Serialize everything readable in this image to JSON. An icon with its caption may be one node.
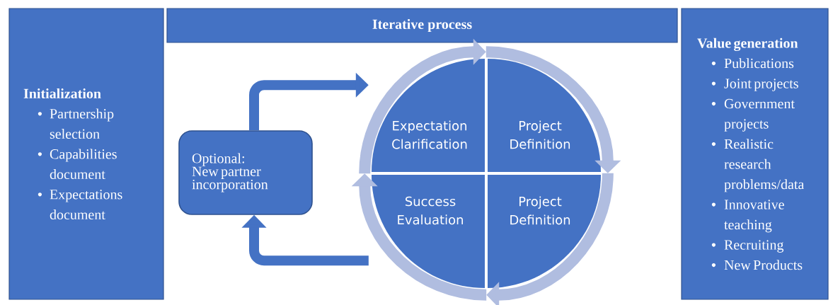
{
  "diagram": {
    "nodes": [
      {
        "text": [
          "Initialization",
          "Partnership selection",
          "Capabilities document",
          "Expectations document"
        ]
      },
      {
        "text": [
          "Iterative process"
        ]
      },
      {
        "text": [
          "Optional:",
          "New partner incorporation"
        ]
      },
      {
        "text": [
          "Expectation Clarification"
        ]
      },
      {
        "text": [
          "Project Definition"
        ]
      },
      {
        "text": [
          "Success Evaluation"
        ]
      },
      {
        "text": [
          "Project Definition"
        ]
      },
      {
        "text": [
          "Value generation",
          "Publications",
          "Joint projects",
          "Government projects",
          "Realistic research problems/data",
          "Innovative teaching",
          "Recruiting",
          "New Products"
        ]
      }
    ],
    "edges": [
      {
        "from": 2,
        "to": 3,
        "arrow": "to",
        "color": "#4472c4"
      },
      {
        "from": 5,
        "to": 2,
        "arrow": "to",
        "color": "#4472c4"
      },
      {
        "from": 3,
        "to": 4,
        "arrow": "to"
      },
      {
        "from": 4,
        "to": 6,
        "arrow": "to"
      },
      {
        "from": 6,
        "to": 5,
        "arrow": "to"
      },
      {
        "from": 5,
        "to": 3,
        "arrow": "to"
      }
    ]
  }
}
